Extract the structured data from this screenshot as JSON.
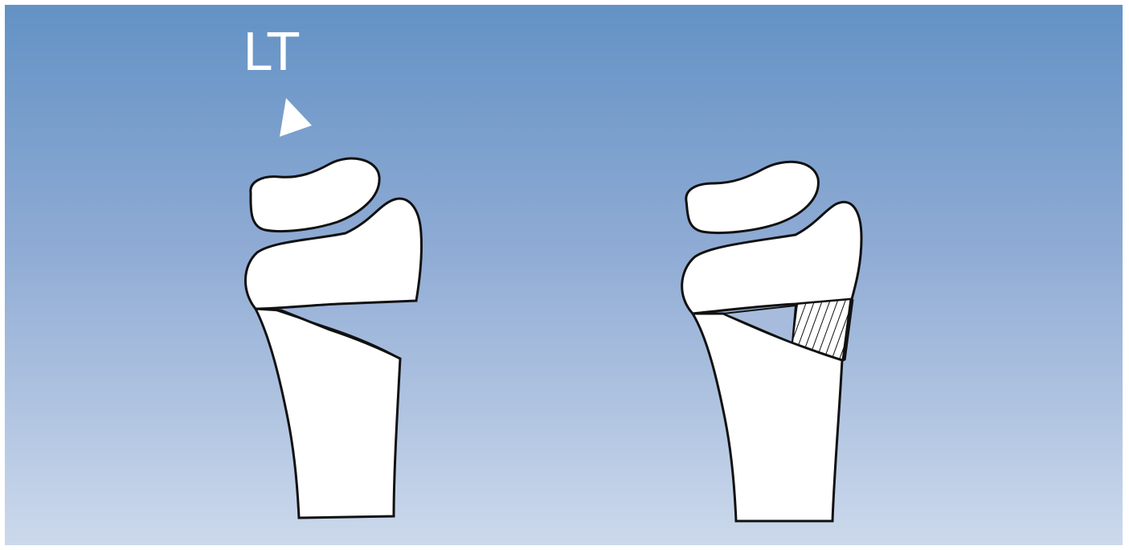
{
  "figure": {
    "label": "LT",
    "background_top": "#6392c5",
    "background_bottom": "#ccd9ec",
    "bone_fill": "#ffffff",
    "outline_color": "#111111",
    "arrow_icon": "triangle-pointer-icon",
    "panels": [
      {
        "id": "before",
        "description_icon": "osteotomy-gap-icon"
      },
      {
        "id": "after",
        "description_icon": "bone-graft-icon"
      }
    ]
  }
}
